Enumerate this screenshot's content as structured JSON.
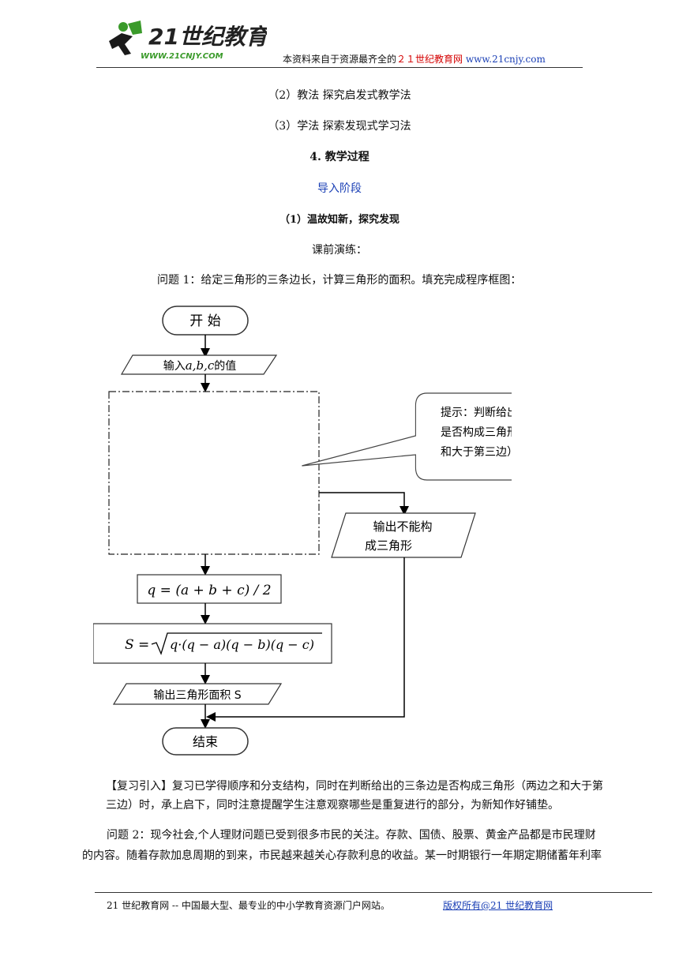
{
  "header": {
    "logo_text": "21世纪教育",
    "logo_url": "WWW.21CNJY.COM",
    "source_prefix": "本资料来自于资源最齐全的",
    "source_site": "２１世纪教育网",
    "source_url": "www.21cnjy.com"
  },
  "content": {
    "method_teach": "（2）教法 探究启发式教学法",
    "method_learn": "（3）学法 探索发现式学习法",
    "section_title": "4. 教学过程",
    "stage_title": "导入阶段",
    "subsection_title": "（1）温故知新，探究发现",
    "exercise_label": "课前演练：",
    "problem1": "问题 1：给定三角形的三条边长，计算三角形的面积。填充完成程序框图：",
    "review_label": "【复习引入】",
    "review_line1": "复习已学得顺序和分支结构，同时在判断给出的三条边是否构成三角形（两边之和大于第",
    "review_line2": "三边）时，承上启下，同时注意提醒学生注意观察哪些是重复进行的部分，为新知作好铺垫。",
    "problem2_line1": "问题 2：现今社会,个人理财问题已受到很多市民的关注。存款、国债、股票、黄金产品都是市民理财",
    "problem2_line2": "的内容。随着存款加息周期的到来，市民越来越关心存款利息的收益。某一时期银行一年期定期储蓄年利率"
  },
  "flowchart": {
    "start": "开 始",
    "input_prefix": "输入",
    "input_vars": "a,b,c",
    "input_suffix": "的值",
    "hint_line1": "提示：判断给出的三条边",
    "hint_line2": "是否构成三角形（两边之",
    "hint_line3": "和大于第三边）",
    "output_fail_line1": "输出不能构",
    "output_fail_line2": "成三角形",
    "q_formula": "q = (a + b + c) / 2",
    "s_formula_left": "S =",
    "s_formula_radicand": "q·(q − a)(q − b)(q − c)",
    "output_area": "输出三角形面积 S",
    "end": "结束"
  },
  "footer": {
    "left": "21 世纪教育网 -- 中国最大型、最专业的中小学教育资源门户网站。",
    "right": "版权所有@21 世纪教育网"
  },
  "colors": {
    "accent_green": "#3a9a2a",
    "link_blue": "#1a3fb5",
    "source_red": "#d40000"
  }
}
